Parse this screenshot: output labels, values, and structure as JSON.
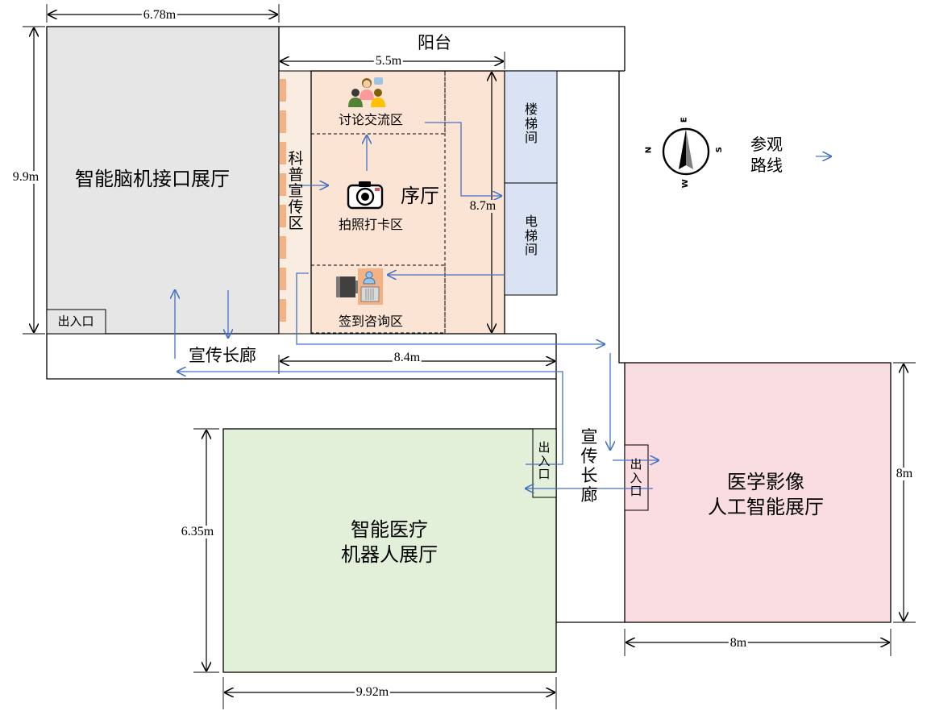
{
  "rooms": {
    "bci_hall": "智能脑机接口展厅",
    "balcony": "阳台",
    "foyer": "序厅",
    "discussion": "讨论交流区",
    "photo": "拍照打卡区",
    "signin": "签到咨询区",
    "science": "科普宣传区",
    "stairs": "楼梯间",
    "elevator": "电梯间",
    "corridor_h": "宣传长廊",
    "corridor_v": "宣传长廊",
    "robot_hall": "智能医疗\n机器人展厅",
    "imaging_hall": "医学影像\n人工智能展厅",
    "exit_bci": "出入口",
    "exit_robot": "出入口",
    "exit_imaging": "出入口"
  },
  "dimensions": {
    "bci_width": "6.78m",
    "bci_height": "9.9m",
    "foyer_width": "5.5m",
    "foyer_height": "8.7m",
    "corridor_length": "8.4m",
    "robot_height": "6.35m",
    "robot_width": "9.92m",
    "imaging_height": "8m",
    "imaging_width": "8m"
  },
  "legend": {
    "label": "参观\n路线"
  },
  "compass": {
    "n": "N",
    "e": "E",
    "s": "S",
    "w": "W"
  },
  "colors": {
    "bci": "#e6e6e6",
    "foyer": "#fce4d4",
    "science": "#f9ede2",
    "stairs": "#dae3f3",
    "robot": "#e2efd9",
    "imaging": "#f9dde1",
    "route": "#4472c4",
    "panel": "#f4b183"
  }
}
